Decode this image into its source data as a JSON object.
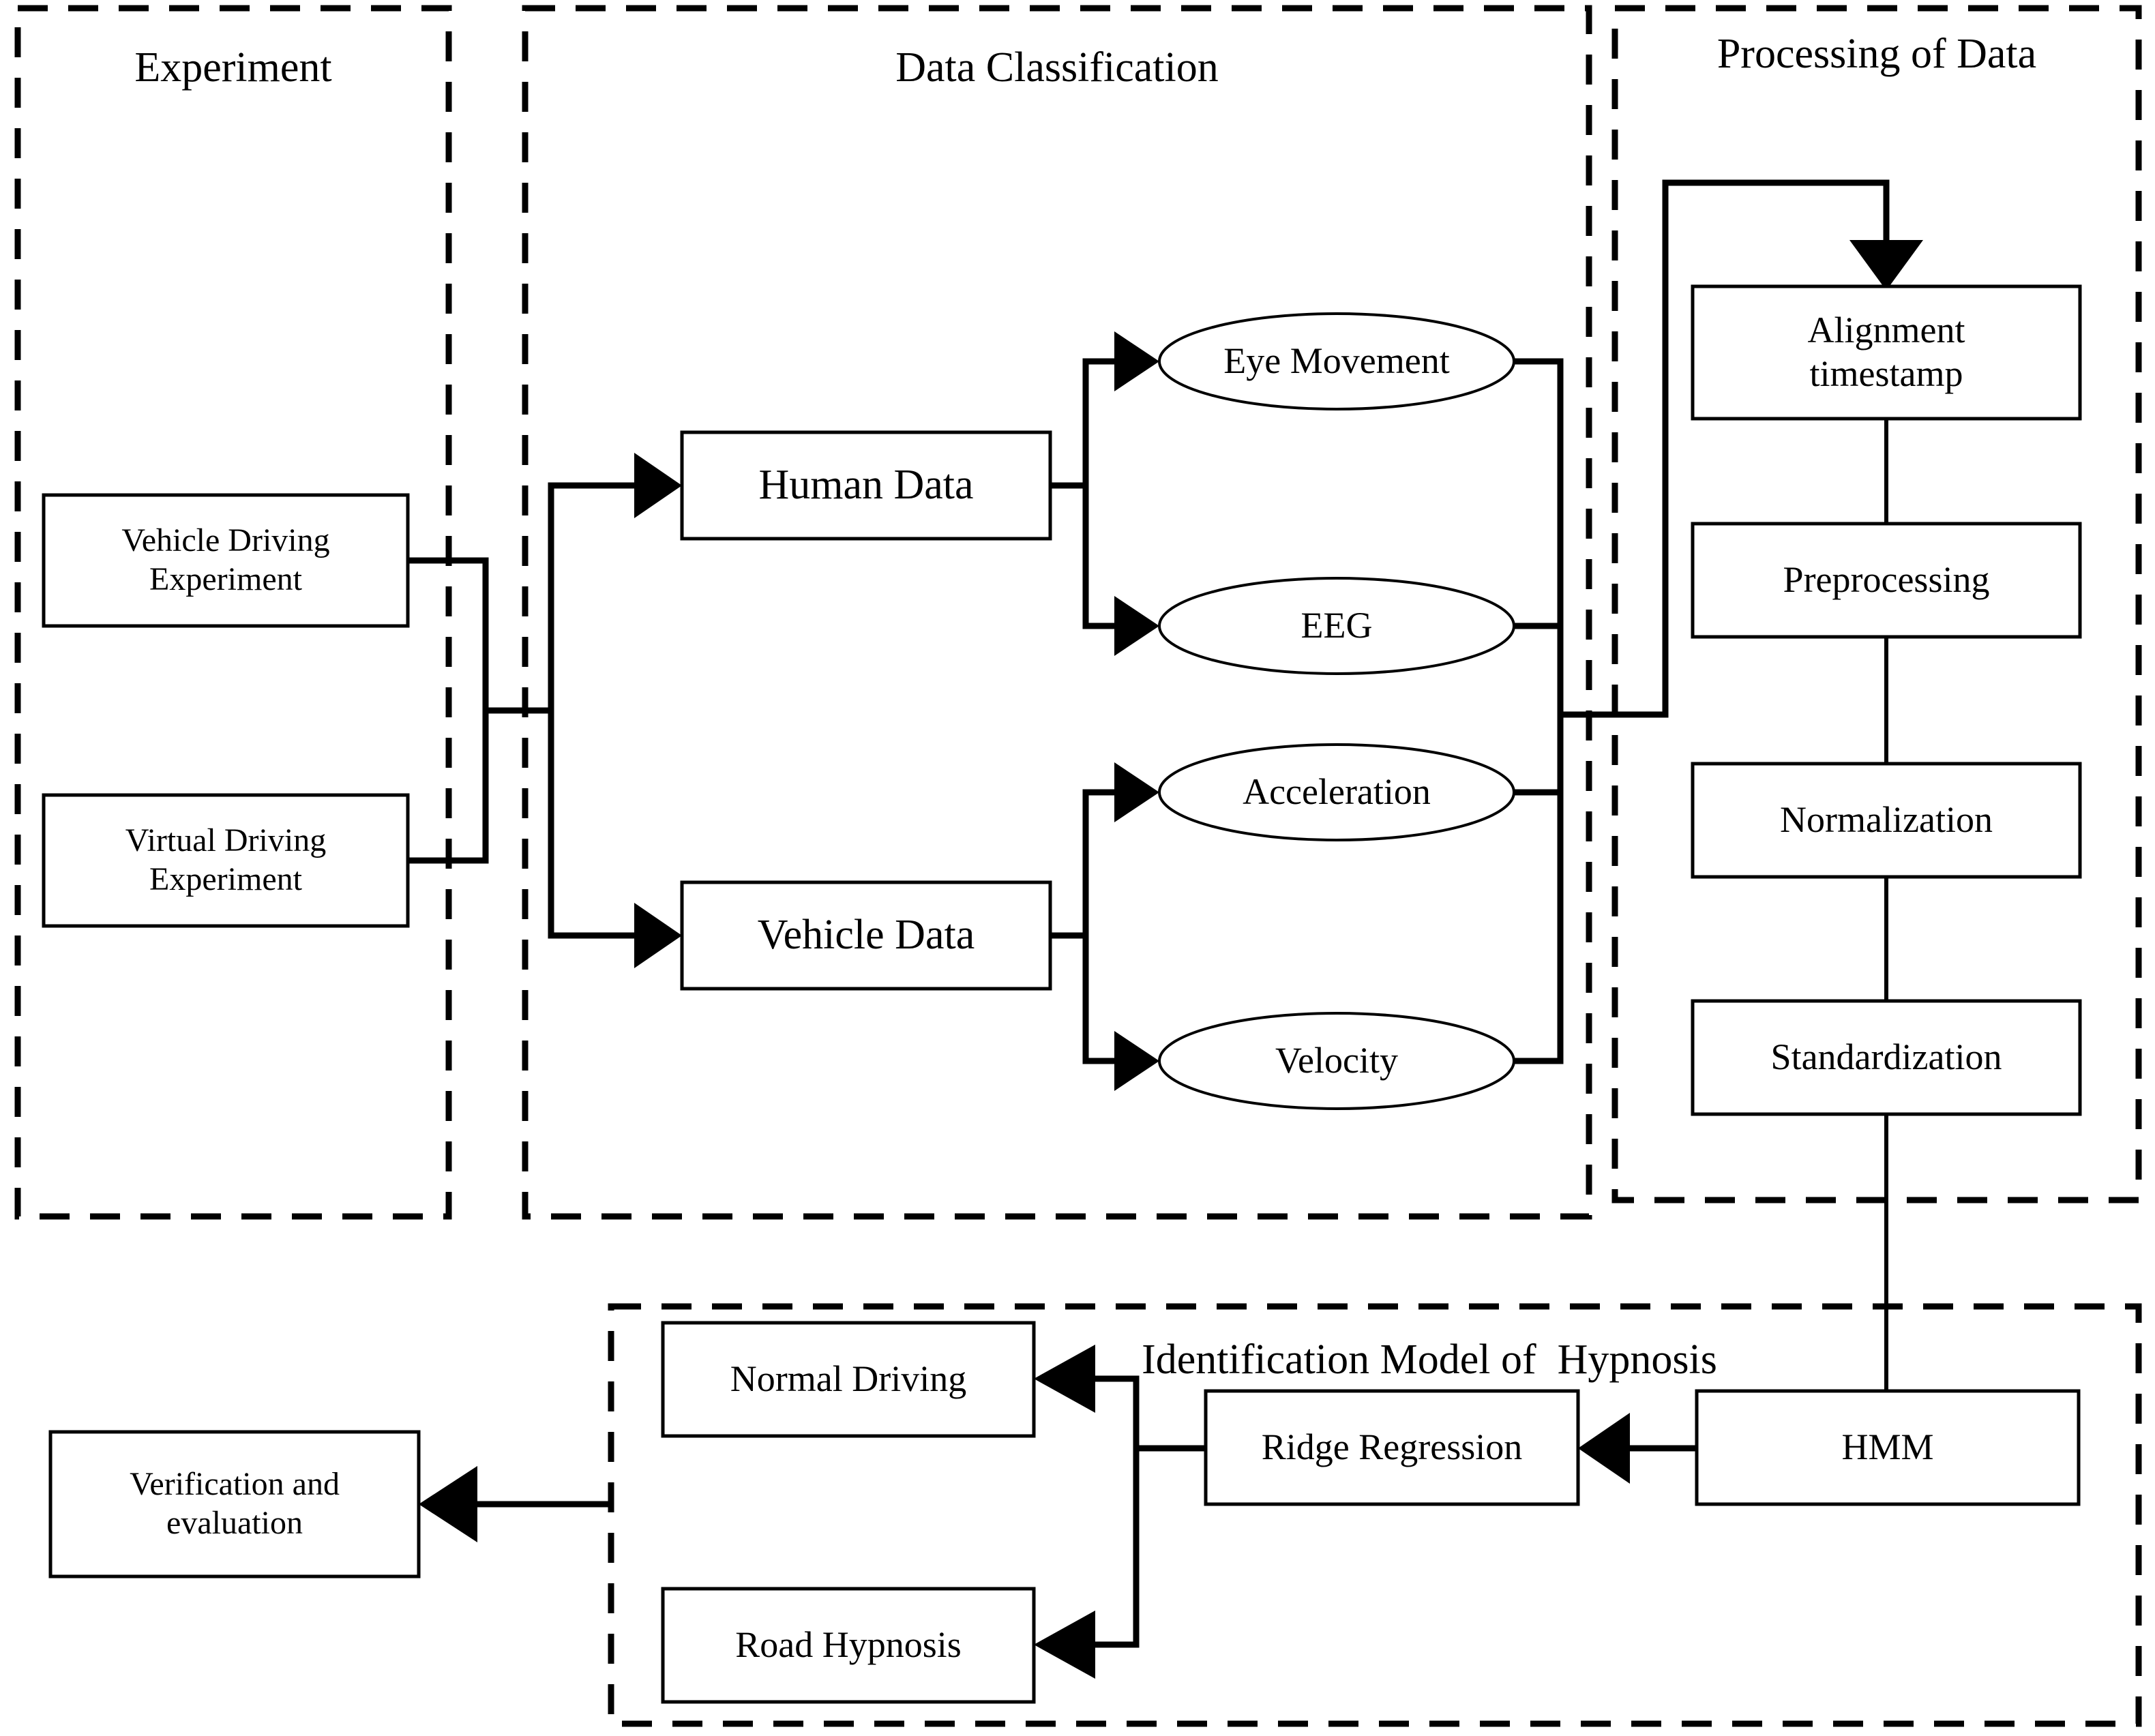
{
  "diagram": {
    "title_experiment": "Experiment",
    "title_data_classification": "Data Classification",
    "title_processing": "Processing of Data",
    "title_identification": "Identification Model of  Hypnosis"
  },
  "experiment": {
    "boxes": [
      {
        "id": "vehicle-driving-experiment",
        "label": "Vehicle Driving\nExperiment"
      },
      {
        "id": "virtual-driving-experiment",
        "label": "Virtual Driving\nExperiment"
      }
    ]
  },
  "data_classification": {
    "categories": [
      {
        "id": "human-data",
        "label": "Human Data"
      },
      {
        "id": "vehicle-data",
        "label": "Vehicle Data"
      }
    ],
    "signals": [
      {
        "id": "eye-movement",
        "label": "Eye Movement"
      },
      {
        "id": "eeg",
        "label": "EEG"
      },
      {
        "id": "acceleration",
        "label": "Acceleration"
      },
      {
        "id": "velocity",
        "label": "Velocity"
      }
    ]
  },
  "processing": {
    "steps": [
      {
        "id": "alignment-timestamp",
        "label": "Alignment\ntimestamp"
      },
      {
        "id": "preprocessing",
        "label": "Preprocessing"
      },
      {
        "id": "normalization",
        "label": "Normalization"
      },
      {
        "id": "standardization",
        "label": "Standardization"
      }
    ]
  },
  "identification": {
    "model": {
      "id": "hmm",
      "label": "HMM"
    },
    "regression": {
      "id": "ridge-regression",
      "label": "Ridge Regression"
    },
    "outcomes": [
      {
        "id": "normal-driving",
        "label": "Normal Driving"
      },
      {
        "id": "road-hypnosis",
        "label": "Road Hypnosis"
      }
    ]
  },
  "output": {
    "box": {
      "id": "verification-and-evaluation",
      "label": "Verification and\nevaluation"
    }
  },
  "colors": {
    "stroke": "#000000",
    "fill": "#ffffff"
  }
}
